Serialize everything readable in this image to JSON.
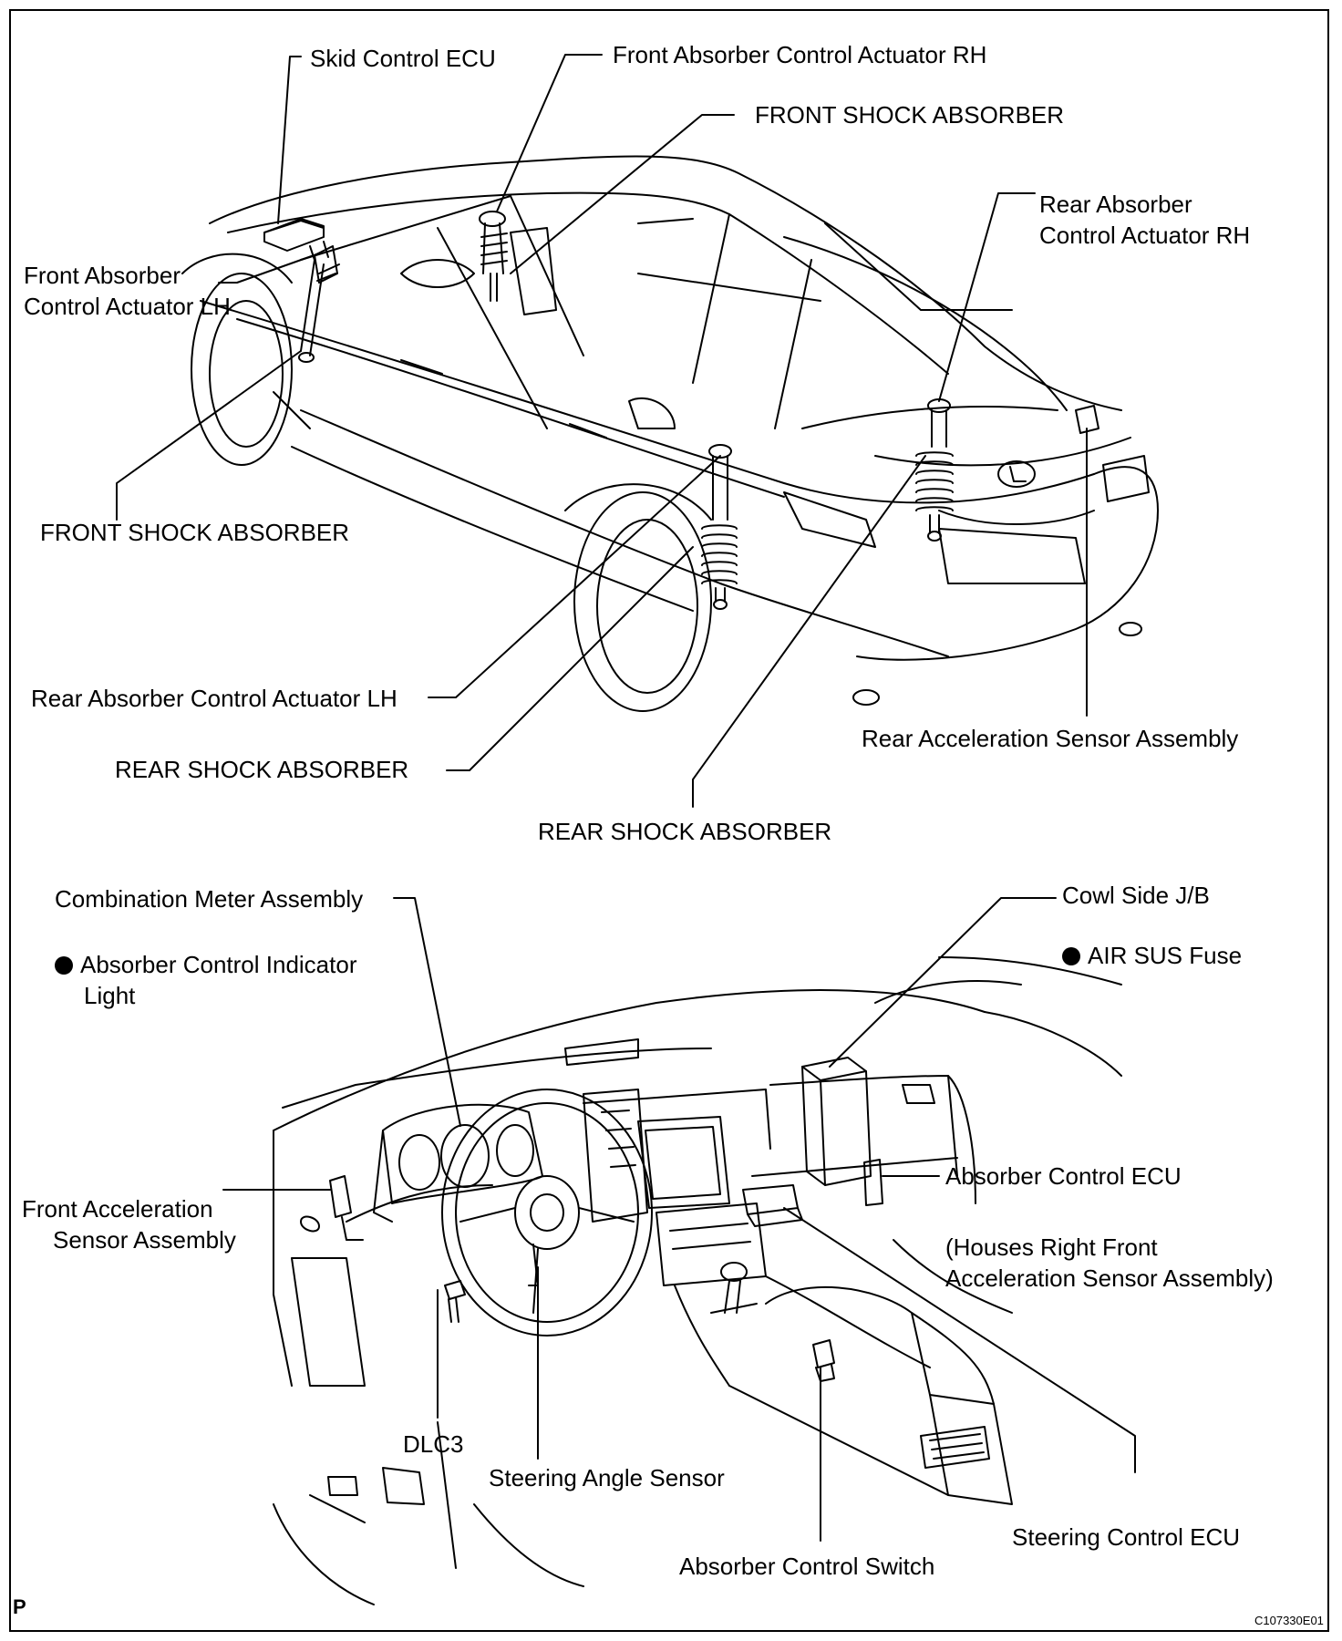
{
  "figure_code": "C107330E01",
  "page_marker": "P",
  "top_view": {
    "skid_control_ecu": "Skid Control ECU",
    "front_actuator_rh": "Front Absorber Control Actuator RH",
    "front_shock_upper": "FRONT SHOCK ABSORBER",
    "front_actuator_lh": [
      "Front Absorber",
      "Control Actuator LH"
    ],
    "rear_actuator_rh": [
      "Rear Absorber",
      "Control Actuator RH"
    ],
    "front_shock_lower": "FRONT SHOCK ABSORBER",
    "rear_actuator_lh": "Rear Absorber Control Actuator LH",
    "rear_accel_sensor": "Rear Acceleration Sensor Assembly",
    "rear_shock_left": "REAR SHOCK ABSORBER",
    "rear_shock_center": "REAR SHOCK ABSORBER"
  },
  "bottom_view": {
    "combination_meter": "Combination Meter Assembly",
    "indicator_light": [
      "Absorber Control Indicator",
      "Light"
    ],
    "cowl_side_jb": "Cowl Side J/B",
    "air_sus_fuse": "AIR SUS Fuse",
    "front_accel_sensor": [
      "Front Acceleration",
      "Sensor Assembly"
    ],
    "absorber_control_ecu": "Absorber Control ECU",
    "houses_note": [
      "(Houses Right Front",
      "Acceleration Sensor Assembly)"
    ],
    "dlc3": "DLC3",
    "steering_angle_sensor": "Steering Angle Sensor",
    "steering_control_ecu": "Steering Control ECU",
    "absorber_control_switch": "Absorber Control Switch"
  }
}
